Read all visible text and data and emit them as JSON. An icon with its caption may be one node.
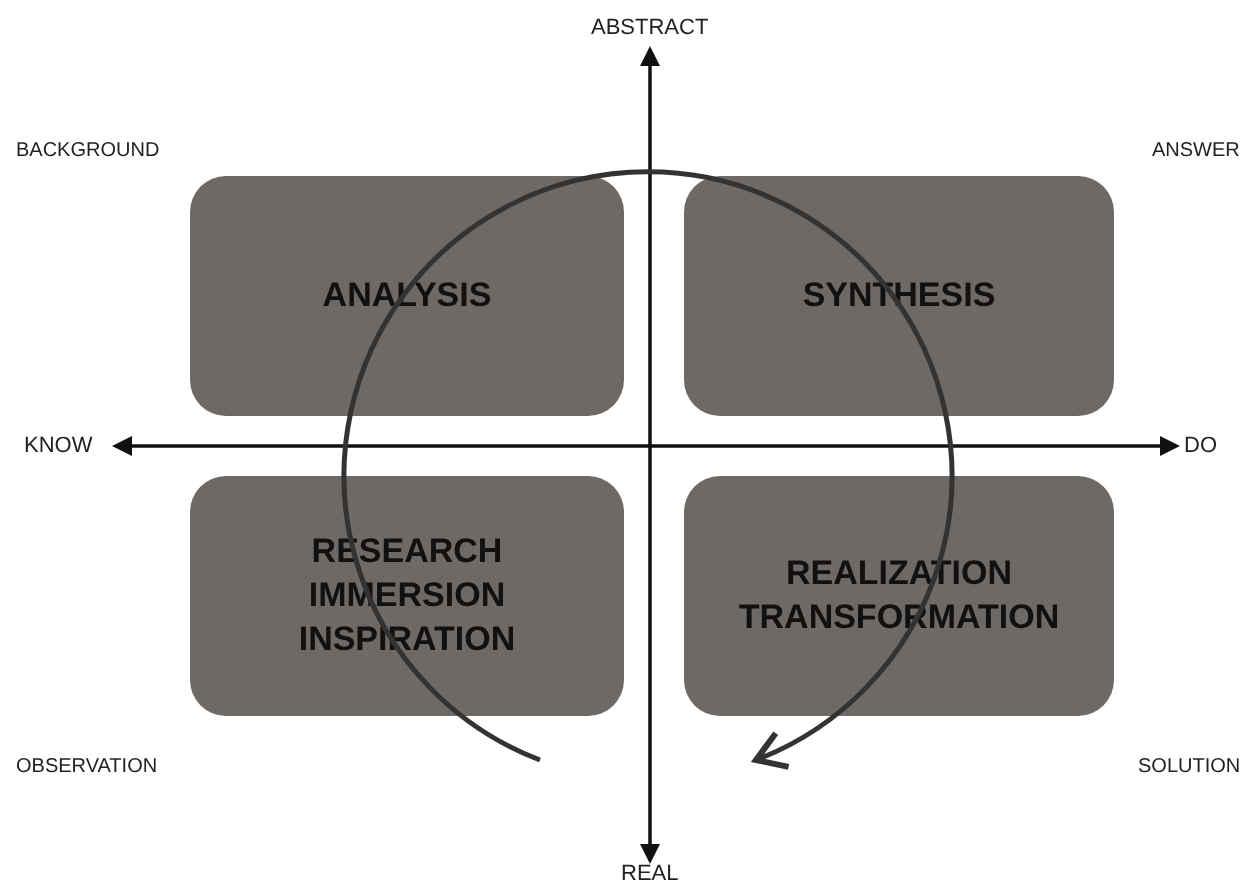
{
  "diagram": {
    "nodes": [
      {
        "text": [
          "ANALYSIS"
        ]
      },
      {
        "text": [
          "SYNTHESIS"
        ]
      },
      {
        "text": [
          "RESEARCH IMMERSION INSPIRATION"
        ]
      },
      {
        "text": [
          "REALIZATION TRANSFORMATION"
        ]
      }
    ],
    "labels": [
      "ABSTRACT",
      "BACKGROUND",
      "ANSWER",
      "KNOW",
      "DO",
      "OBSERVATION",
      "SOLUTION",
      "REAL"
    ]
  }
}
